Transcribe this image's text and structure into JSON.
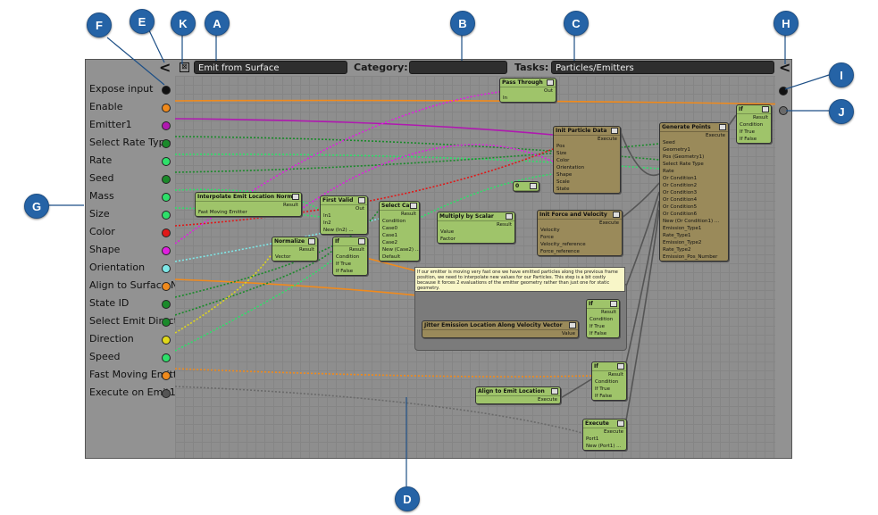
{
  "callouts": [
    "A",
    "B",
    "C",
    "D",
    "E",
    "F",
    "G",
    "H",
    "I",
    "J",
    "K"
  ],
  "header": {
    "name_value": "Emit from Surface",
    "category_label": "Category:",
    "category_value": "",
    "tasks_label": "Tasks:",
    "tasks_value": "Particles/Emitters",
    "collapse_left": "<",
    "collapse_right": "<",
    "k_glyph": "⊠"
  },
  "inputs": [
    {
      "label": "Expose input",
      "color": "#111111"
    },
    {
      "label": "Enable",
      "color": "#f08a1c"
    },
    {
      "label": "Emitter1",
      "color": "#b018b0"
    },
    {
      "label": "Select Rate Type",
      "color": "#1a8a2a"
    },
    {
      "label": "Rate",
      "color": "#2ee06a"
    },
    {
      "label": "Seed",
      "color": "#1a8a2a"
    },
    {
      "label": "Mass",
      "color": "#2ee06a"
    },
    {
      "label": "Size",
      "color": "#2ee06a"
    },
    {
      "label": "Color",
      "color": "#e01818"
    },
    {
      "label": "Shape",
      "color": "#e020e0"
    },
    {
      "label": "Orientation",
      "color": "#7ee8e8"
    },
    {
      "label": "Align to Surface N",
      "color": "#f08a1c"
    },
    {
      "label": "State ID",
      "color": "#1a8a2a"
    },
    {
      "label": "Select Emit Direction",
      "color": "#1a8a2a"
    },
    {
      "label": "Direction",
      "color": "#e0d81a"
    },
    {
      "label": "Speed",
      "color": "#2ee06a"
    },
    {
      "label": "Fast Moving Emitter",
      "color": "#f08a1c"
    },
    {
      "label": "Execute on Emit1",
      "color": "#555555"
    }
  ],
  "outputs": [
    {
      "color": "#111111"
    },
    {
      "color": "#6a6a6a"
    }
  ],
  "nodes": {
    "pass_through": {
      "title": "Pass Through",
      "rows": [
        "Out",
        "In"
      ]
    },
    "init_particle_data": {
      "title": "Init Particle Data",
      "rows": [
        "Execute",
        "Pos",
        "Size",
        "Color",
        "Orientation",
        "Shape",
        "Scale",
        "State"
      ]
    },
    "generate_points": {
      "title": "Generate Points",
      "rows": [
        "Execute",
        "Seed",
        "Geometry1",
        "Pos (Geometry1)",
        "Select Rate Type",
        "Rate",
        "Or Condition1",
        "Or Condition2",
        "Or Condition3",
        "Or Condition4",
        "Or Condition5",
        "Or Condition6",
        "New (Or Condition1) ...",
        "Emission_Type1",
        "Rate_Type1",
        "Emission_Type2",
        "Rate_Type2",
        "Emission_Pos_Number"
      ]
    },
    "if_top": {
      "title": "If",
      "rows": [
        "Result",
        "Condition",
        "If True",
        "If False"
      ]
    },
    "interp": {
      "title": "Interpolate Emit Location Norms",
      "rows": [
        "Result",
        "Fast Moving Emitter"
      ]
    },
    "first_valid": {
      "title": "First Valid",
      "rows": [
        "Out",
        "In1",
        "In2",
        "New (In2) ..."
      ]
    },
    "select_case": {
      "title": "Select Case",
      "rows": [
        "Result",
        "Condition",
        "Case0",
        "Case1",
        "Case2",
        "New (Case2) ...",
        "Default"
      ]
    },
    "multiply": {
      "title": "Multiply by Scalar",
      "rows": [
        "Result",
        "Value",
        "Factor"
      ]
    },
    "normalize": {
      "title": "Normalize",
      "rows": [
        "Result",
        "Vector"
      ]
    },
    "if_mid": {
      "title": "If",
      "rows": [
        "Result",
        "Condition",
        "If True",
        "If False"
      ]
    },
    "zero": {
      "title": "0"
    },
    "init_force": {
      "title": "Init Force and Velocity",
      "rows": [
        "Execute",
        "Velocity",
        "Force",
        "Velocity_reference",
        "Force_reference"
      ]
    },
    "if_note": {
      "title": "If",
      "rows": [
        "Result",
        "Condition",
        "If True",
        "If False"
      ]
    },
    "jitter": {
      "title": "Jitter Emission Location Along Velocity Vector",
      "rows": [
        "Value"
      ]
    },
    "if_low": {
      "title": "If",
      "rows": [
        "Result",
        "Condition",
        "If True",
        "If False"
      ]
    },
    "align": {
      "title": "Align to Emit Location",
      "rows": [
        "Execute"
      ]
    },
    "execute": {
      "title": "Execute",
      "rows": [
        "Execute",
        "Port1",
        "New (Port1) ..."
      ]
    }
  },
  "note_text": "If our emitter is moving very fast one we have emitted particles along the previous frame position, we need to interpolate new values for our Particles. This step is a bit costly because it forces 2 evaluations of the emitter geometry rather than just one for static geometry."
}
